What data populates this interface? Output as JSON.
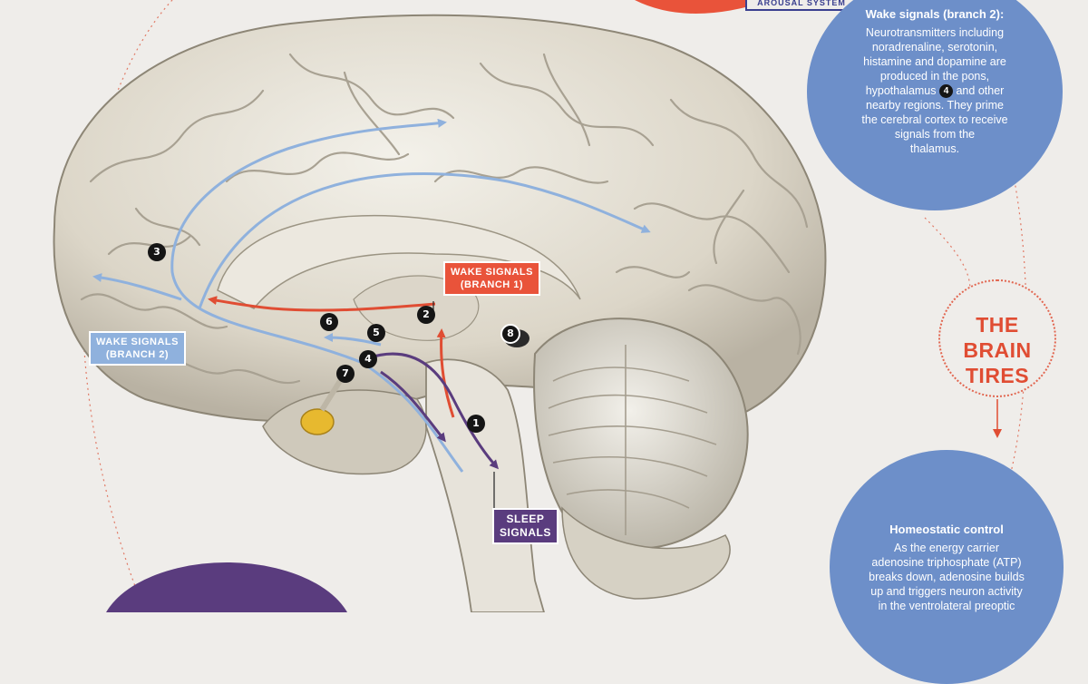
{
  "colors": {
    "background": "#efedea",
    "blue_circle": "#6d8fc9",
    "orange": "#e9533a",
    "red": "#e04d33",
    "purple": "#5a3c7e",
    "wake_blue_path": "#8fb1dd",
    "sleep_purple_path": "#6c4fa0"
  },
  "top_banner": {
    "text": "AROUSAL SYSTEM"
  },
  "wake_branch2_panel": {
    "title": "Wake signals (branch 2):",
    "body_lines": [
      "Neurotransmitters including",
      "noradrenaline, serotonin,",
      "histamine and dopamine are",
      "produced in the pons,",
      "hypothalamus",
      "and other",
      "nearby regions. They prime",
      "the cerebral cortex to receive",
      "signals from the",
      "thalamus."
    ],
    "inline_marker": "4"
  },
  "brain_tires": {
    "line1": "THE BRAIN",
    "line2": "TIRES",
    "arrow_icon": "down-arrow-icon"
  },
  "homeostatic_panel": {
    "title": "Homeostatic control",
    "body_lines": [
      "As the energy carrier",
      "adenosine triphosphate (ATP)",
      "breaks down, adenosine builds",
      "up and triggers neuron activity",
      "in the ventrolateral preoptic"
    ]
  },
  "labels": {
    "wake_branch1": {
      "line1": "WAKE SIGNALS",
      "line2": "(BRANCH 1)"
    },
    "wake_branch2": {
      "line1": "WAKE SIGNALS",
      "line2": "(BRANCH 2)"
    },
    "sleep": {
      "line1": "SLEEP",
      "line2": "SIGNALS"
    }
  },
  "markers": [
    "1",
    "2",
    "3",
    "4",
    "5",
    "6",
    "7",
    "8"
  ]
}
